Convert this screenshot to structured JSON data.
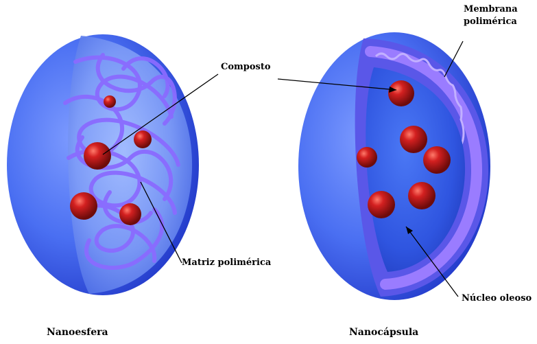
{
  "labels": {
    "composto": "Composto",
    "membrana_line1": "Membrana",
    "membrana_line2": "polimérica",
    "matriz": "Matriz polimérica",
    "nucleo": "Núcleo oleoso",
    "nanoesfera": "Nanoesfera",
    "nanocapsula": "Nanocápsula"
  },
  "colors": {
    "shell": "#3f66f0",
    "shell_dark": "#1d2fb8",
    "polymer": "#8a6bff",
    "particle": "#c41d1d",
    "background": "#ffffff"
  }
}
